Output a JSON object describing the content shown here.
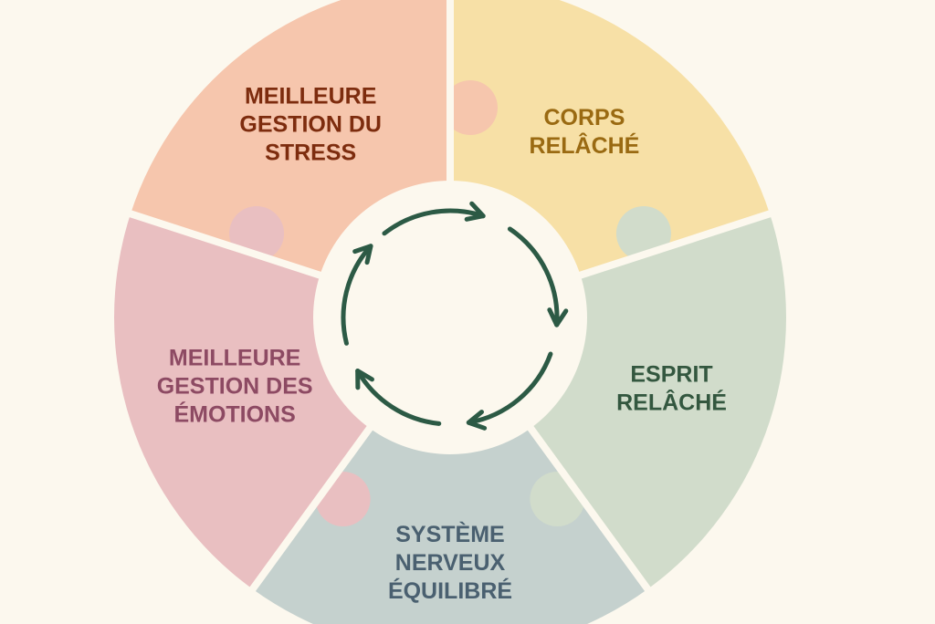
{
  "background_color": "#fcf8ee",
  "center_icon": "cycle-arrows-icon",
  "arrow_color": "#2c5a45",
  "segments": [
    {
      "id": "corps-relache",
      "lines": [
        "CORPS",
        "RELÂCHÉ"
      ],
      "fill": "#f7e0a6",
      "text_color": "#9a6a12"
    },
    {
      "id": "esprit-relache",
      "lines": [
        "ESPRIT",
        "RELÂCHÉ"
      ],
      "fill": "#d1dccb",
      "text_color": "#33573f"
    },
    {
      "id": "systeme-nerveux",
      "lines": [
        "SYSTÈME",
        "NERVEUX",
        "ÉQUILIBRÉ"
      ],
      "fill": "#c5d1ce",
      "text_color": "#4a6070"
    },
    {
      "id": "gestion-emotions",
      "lines": [
        "MEILLEURE",
        "GESTION DES",
        "ÉMOTIONS"
      ],
      "fill": "#e9bfc1",
      "text_color": "#8d4a63"
    },
    {
      "id": "gestion-stress",
      "lines": [
        "MEILLEURE",
        "GESTION DU",
        "STRESS"
      ],
      "fill": "#f6c6ad",
      "text_color": "#7d2c0e"
    }
  ]
}
